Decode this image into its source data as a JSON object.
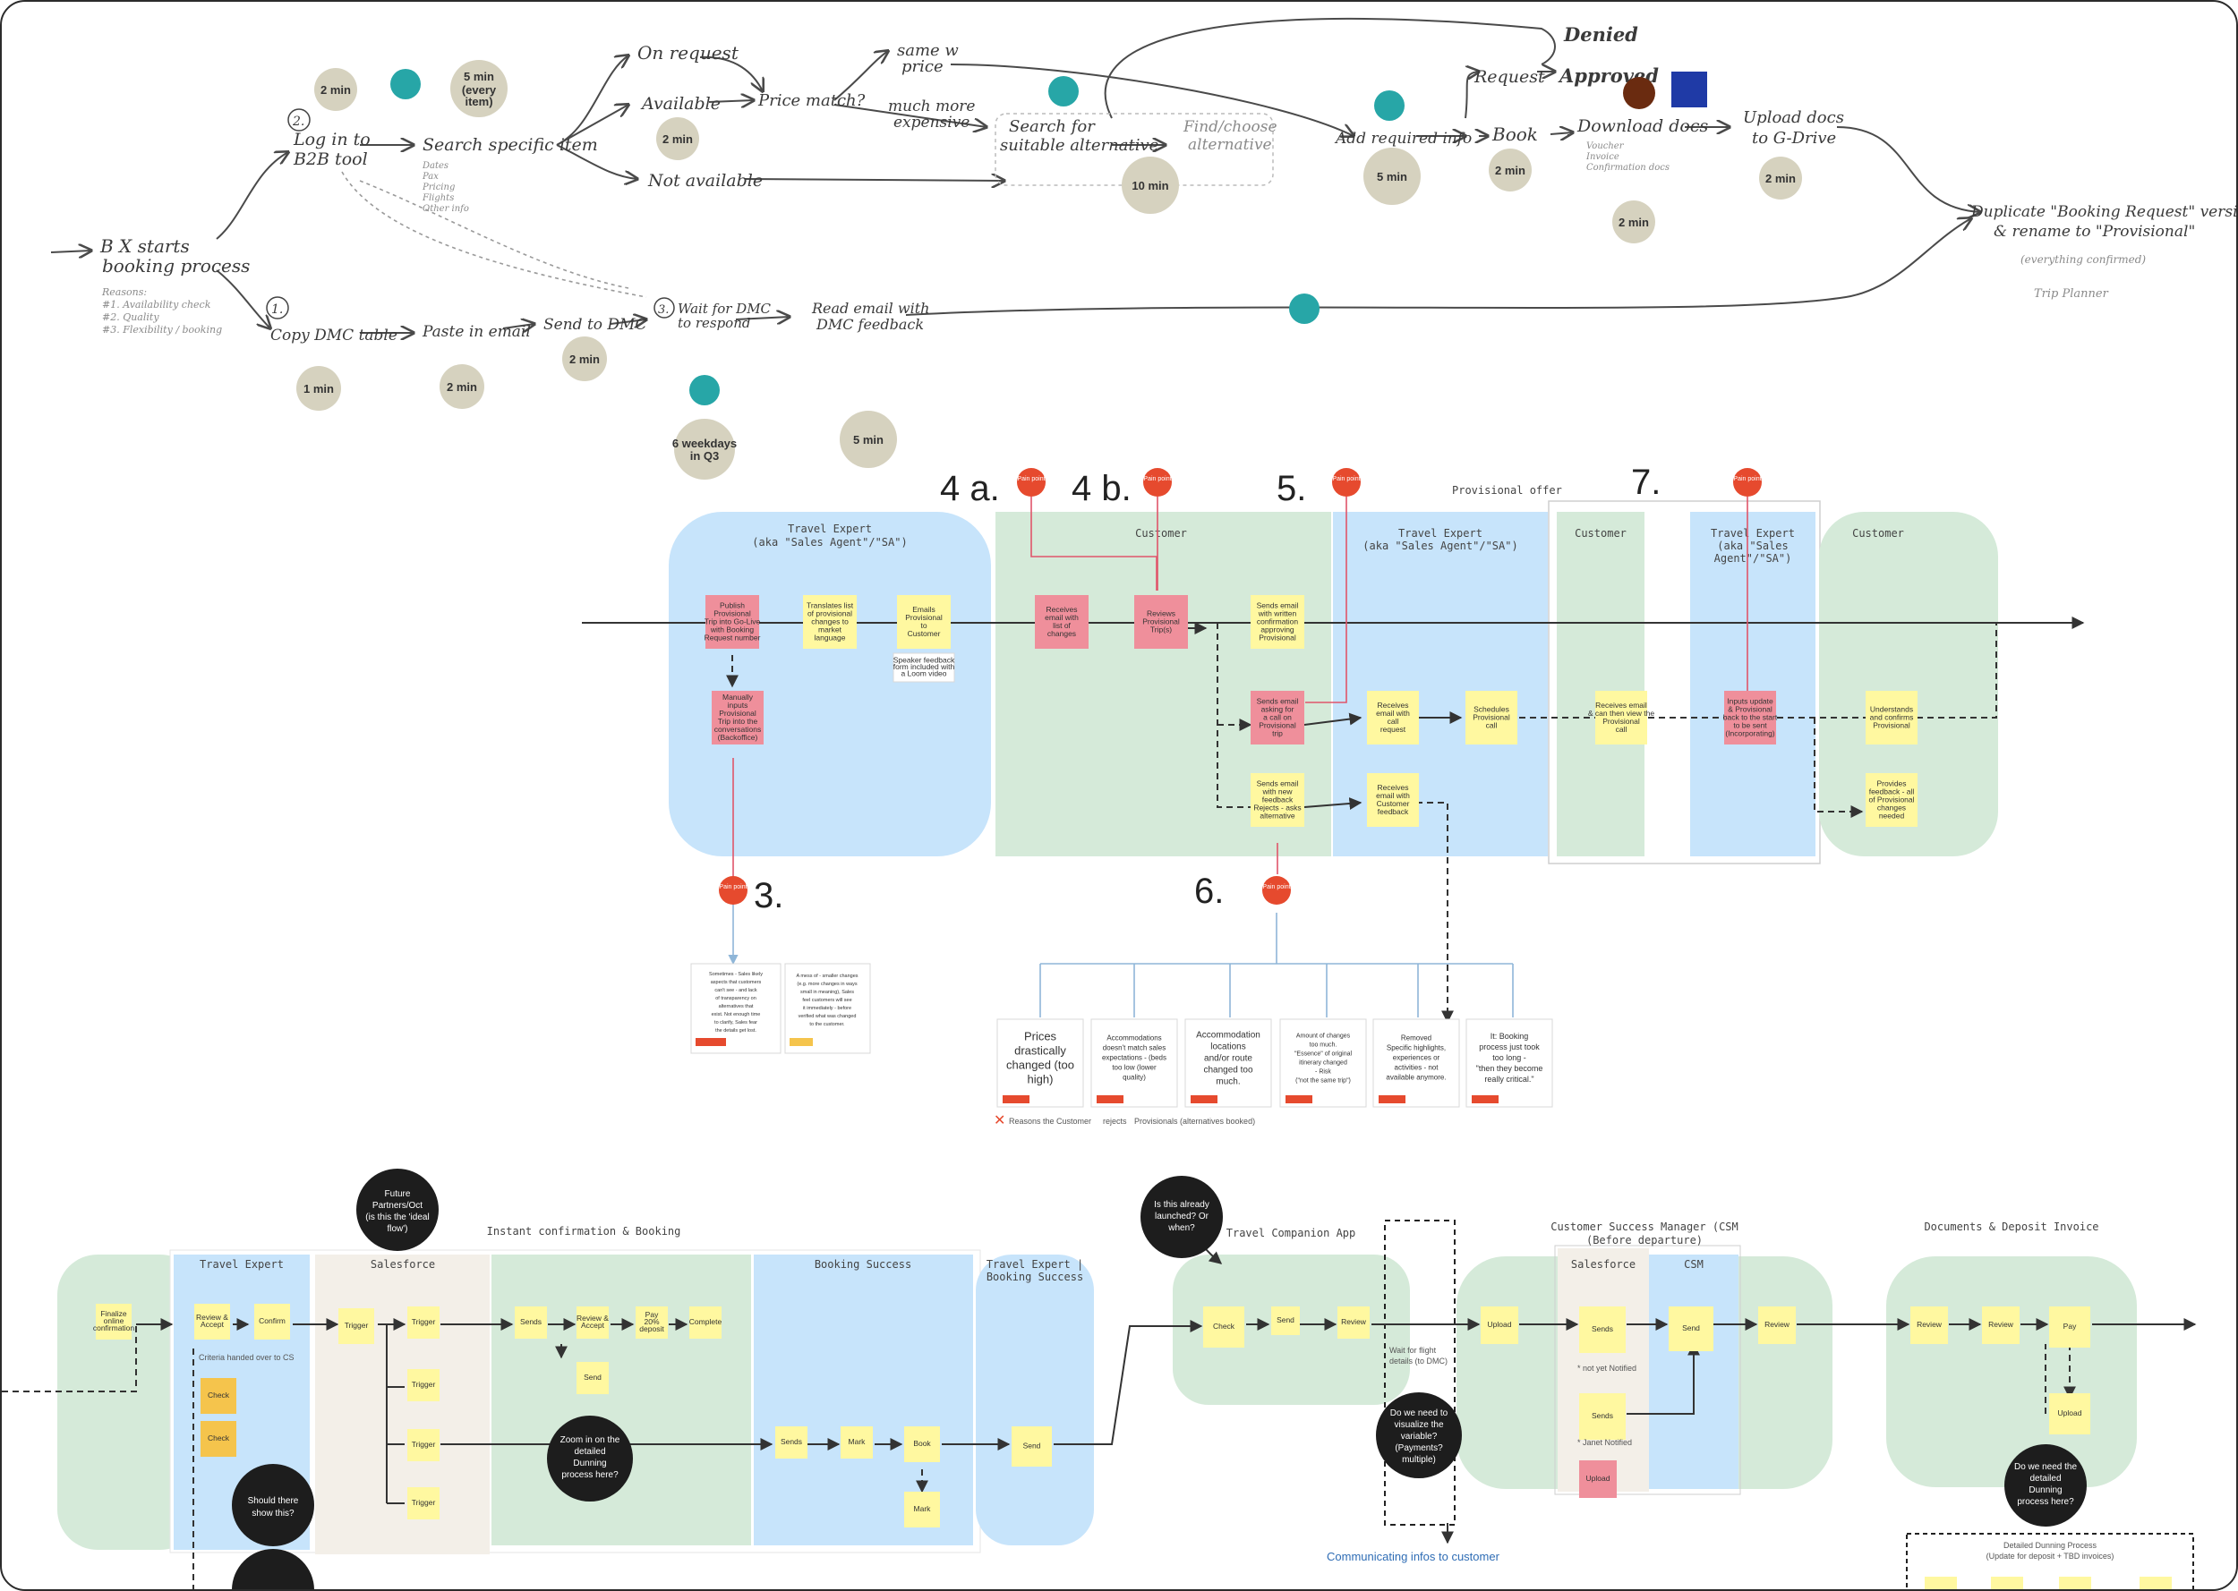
{
  "sketch": {
    "start": [
      "B X starts",
      "booking process"
    ],
    "start_sub": [
      "Reasons:",
      "#1. Availability check",
      "#2. Quality",
      "#3. Flexibility / booking"
    ],
    "branch_a_num": "2.",
    "branch_a": [
      "Log in to",
      "B2B tool"
    ],
    "branch_b_num": "1.",
    "branch_b": "Copy DMC table",
    "search": "Search specific item",
    "search_sub": [
      "Dates",
      "Pax",
      "Pricing",
      "Flights",
      "Other info"
    ],
    "on_request": "On request",
    "available": "Available",
    "not_available": "Not available",
    "price_match": "Price match?",
    "same_price": [
      "same w",
      "price"
    ],
    "much_more": [
      "much more",
      "expensive"
    ],
    "search_alt": [
      "Search for",
      "suitable alternative"
    ],
    "find_alt": [
      "Find/choose",
      "alternative"
    ],
    "add_info": "Add required info",
    "request": "Request",
    "denied": "Denied",
    "approved": "Approved",
    "book": "Book",
    "download": "Download docs",
    "download_sub": [
      "Voucher",
      "Invoice",
      "Confirmation docs"
    ],
    "upload": [
      "Upload docs",
      "to G-Drive"
    ],
    "duplicate": [
      "Duplicate \"Booking Request\" version",
      "& rename to \"Provisional\""
    ],
    "everything": "(everything confirmed)",
    "trip_planner": "Trip Planner",
    "paste": "Paste in email",
    "send_dmc": "Send to DMC",
    "wait_num": "3.",
    "wait": [
      "Wait for DMC",
      "to respond"
    ],
    "read": [
      "Read email with",
      "DMC feedback"
    ],
    "times": {
      "t_login": "2 min",
      "t_five": "5 min",
      "t_five_sub": "(every",
      "t_five_sub2": "item)",
      "t_avail": "2 min",
      "t_alt": "10 min",
      "t_add": "5 min",
      "t_book": "2 min",
      "t_dl": "2 min",
      "t_up": "2 min",
      "t_copy": "1 min",
      "t_paste": "2 min",
      "t_send": "2 min",
      "t_wait": "6 weekdays",
      "t_wait2": "in Q3",
      "t_read": "5 min"
    }
  },
  "provisional": {
    "num_4a": "4 a.",
    "num_4b": "4 b.",
    "num_5": "5.",
    "num_3": "3.",
    "num_6": "6.",
    "num_7": "7.",
    "provisional_offer": "Provisional offer",
    "pain_label": "Pain point",
    "lanes": {
      "te1": [
        "Travel Expert",
        "(aka \"Sales Agent\"/\"SA\")"
      ],
      "cust1": "Customer",
      "te2": [
        "Travel Expert",
        "(aka \"Sales Agent\"/\"SA\")"
      ],
      "cust2": "Customer",
      "te3": [
        "Travel Expert",
        "(aka \"Sales",
        "Agent\"/\"SA\")"
      ],
      "cust3": "Customer"
    },
    "stickies": {
      "s1": [
        "Publish",
        "Provisional",
        "Trip into Go-Live",
        "with Booking",
        "Request number"
      ],
      "s2": [
        "Translates list",
        "of provisional",
        "changes to",
        "market",
        "language"
      ],
      "s3": [
        "Emails",
        "Provisional",
        "to",
        "Customer"
      ],
      "s3b": [
        "Speaker feedback",
        "form included with",
        "a Loom video"
      ],
      "s4": [
        "Manually",
        "inputs",
        "Provisional",
        "Trip into the",
        "conversations",
        "(Backoffice)"
      ],
      "s5": [
        "Receives",
        "email with",
        "list of",
        "changes"
      ],
      "s6": [
        "Reviews",
        "Provisional",
        "Trip(s)"
      ],
      "s7": [
        "Sends email",
        "with written",
        "confirmation",
        "approving",
        "Provisional"
      ],
      "s8": [
        "Sends email",
        "asking for",
        "a call on",
        "Provisional",
        "trip"
      ],
      "s9": [
        "Sends email",
        "with new",
        "feedback",
        "Rejects - asks",
        "alternative"
      ],
      "s10": [
        "Receives",
        "email with",
        "call",
        "request"
      ],
      "s11": [
        "Schedules",
        "Provisional",
        "call"
      ],
      "s12": [
        "Receives",
        "email with",
        "Customer",
        "feedback"
      ],
      "s13": [
        "Receives email",
        "& can then view the",
        "Provisional",
        "call"
      ],
      "s14": [
        "Inputs update",
        "& Provisional",
        "back to the start",
        "to be sent",
        "(Incorporating)"
      ],
      "s15": [
        "Understands",
        "and confirms",
        "Provisional"
      ],
      "s16": [
        "Provides",
        "feedback - all",
        "of Provisional",
        "changes",
        "needed"
      ]
    },
    "note_3a": [
      "Sometimes - Sales likely",
      "aspects that customers",
      "can't see - and lack",
      "of transparency on",
      "alternatives that",
      "exist. Not enough time",
      "to clarify, Sales fear",
      "the details get lost."
    ],
    "note_3b": [
      "A mess of - smaller changes",
      "(e.g. more changes in ways",
      "small in meaning), Sales",
      "feel customers will see",
      "it immediately - before",
      "verified what was changed",
      "to the customer."
    ],
    "cards": [
      {
        "lines": [
          "Prices",
          "drastically",
          "changed (too",
          "high)"
        ],
        "size": 13
      },
      {
        "lines": [
          "Accommodations",
          "doesn't match sales",
          "expectations - (beds",
          "too low (lower",
          "quality)"
        ],
        "size": 8
      },
      {
        "lines": [
          "Accommodation",
          "locations",
          "and/or route",
          "changed too",
          "much."
        ],
        "size": 10
      },
      {
        "lines": [
          "Amount of changes",
          "too much.",
          "\"Essence\" of original",
          "itinerary changed",
          "- Risk",
          "(\"not the same trip\")"
        ],
        "size": 7
      },
      {
        "lines": [
          "Removed",
          "Specific highlights,",
          "experiences or",
          "activities - not",
          "available anymore."
        ],
        "size": 8
      },
      {
        "lines": [
          "It: Booking",
          "process just took",
          "too long -",
          "\"then they become",
          "really critical.\""
        ],
        "size": 9
      }
    ],
    "legend_reason": "Reasons the Customer",
    "legend_rejects": "rejects",
    "legend_tail": "Provisionals (alternatives booked)"
  },
  "bottom": {
    "instant": "Instant confirmation & Booking",
    "future": [
      "Future",
      "Partners/Oct",
      "(is this the 'ideal",
      "flow')"
    ],
    "lanes": {
      "te": "Travel Expert",
      "sf": "Salesforce",
      "bs": "Booking Success",
      "tebs": [
        "Travel Expert |",
        "Booking Success"
      ],
      "tca": "Travel Companion App",
      "csm": [
        "Customer Success Manager (CSM",
        "(Before departure)"
      ],
      "sf2": "Salesforce",
      "cs": "CSM",
      "docs": "Documents & Deposit Invoice"
    },
    "wait_label": [
      "Wait for flight",
      "details (to DMC)"
    ],
    "black": {
      "b1": [
        "Should there",
        "show this?"
      ],
      "b2": [
        "Zoom in on the",
        "detailed",
        "Dunning",
        "process here?"
      ],
      "b3": [
        "Is this already",
        "launched? Or",
        "when?"
      ],
      "b4": [
        "Do we need to",
        "visualize the",
        "variable?",
        "(Payments?",
        "multiple)"
      ],
      "b5": [
        "Do we need the",
        "detailed",
        "Dunning",
        "process here?"
      ]
    },
    "comm": "Communicating infos to customer",
    "dunning": [
      "Detailed Dunning Process",
      "(Update for deposit + TBD invoices)"
    ],
    "sticky_labels": [
      "Finalize",
      "online",
      "confirmation",
      "Review &",
      "Accept",
      "Confirm",
      "Pay",
      "20%",
      "deposit",
      "Complete",
      "Trigger",
      "Sends",
      "Book",
      "Mark",
      "Upload",
      "Send",
      "Check",
      "Review"
    ],
    "notes": {
      "not_notified": "* not yet Notified",
      "notified": "* Janet Notified"
    },
    "cs_head": "Criteria handed over to CS"
  }
}
